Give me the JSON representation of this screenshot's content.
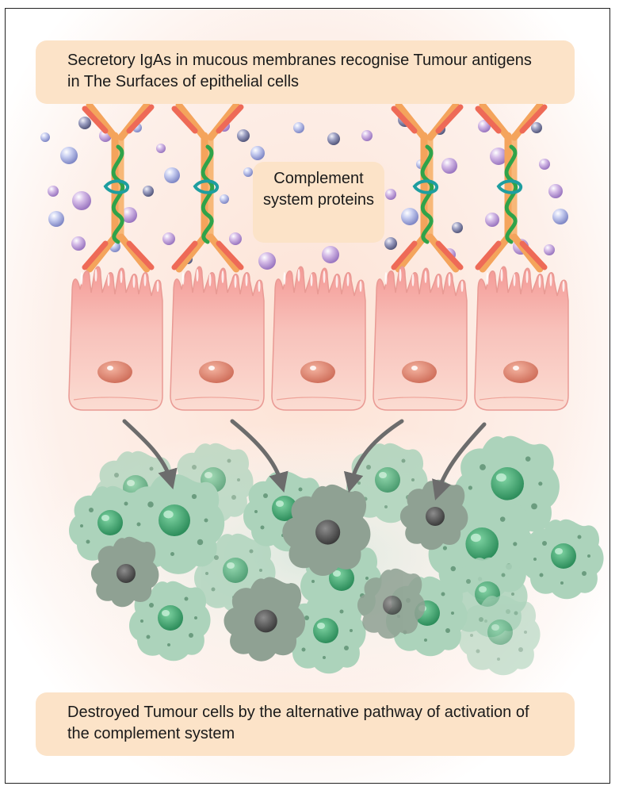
{
  "labels": {
    "top": "Secretory IgAs in mucous membranes recognise Tumour antigens in The Surfaces of epithelial cells",
    "middle": "Complement system proteins",
    "bottom": "Destroyed Tumour cells by the alternative pathway of activation of the complement system"
  },
  "colors": {
    "background_glow": "#fde4d6",
    "label_fill": "#fce3c8",
    "epithelial_cell": "#f6b3ad",
    "nucleus": "#d9826f",
    "antibody_orange": "#f4a45c",
    "antibody_red": "#ee6a57",
    "antigen_green": "#2fa34a",
    "protein_spheres": [
      "#b9c2ea",
      "#c3a7dc",
      "#8b8fb6"
    ],
    "tumour_cell": "#a9cfb7",
    "tumour_nucleus": "#3f9e6b",
    "dead_cell": "#8c9c90",
    "arrow": "#6c6c6c"
  },
  "icons": [
    "antibody-icon",
    "epithelial-cell-icon",
    "complement-protein-icon",
    "tumour-cell-icon",
    "arrow-icon"
  ]
}
